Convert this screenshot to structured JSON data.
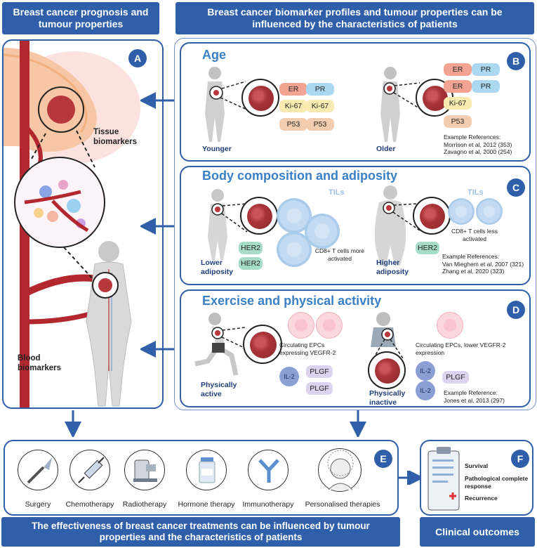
{
  "headers": {
    "left": "Breast cancer prognosis and tumour properties",
    "right": "Breast cancer biomarker profiles and tumour properties can be influenced by the characteristics of patients",
    "bottom_left": "The effectiveness of breast cancer treatments can be influenced by tumour properties and the characteristics of patients",
    "bottom_right": "Clinical outcomes"
  },
  "panel_a": {
    "badge": "A",
    "tissue_label": "Tissue biomarkers",
    "blood_label": "Blood biomarkers"
  },
  "panel_b": {
    "badge": "B",
    "title": "Age",
    "younger": {
      "label": "Younger",
      "markers": [
        "ER",
        "PR",
        "Ki-67",
        "Ki-67",
        "P53",
        "P53"
      ]
    },
    "older": {
      "label": "Older",
      "markers": [
        "ER",
        "PR",
        "ER",
        "PR",
        "Ki-67",
        "P53"
      ]
    },
    "references": [
      "Example References:",
      "Morrison et al, 2012 (353)",
      "Zavagno et al, 2000 (254)"
    ]
  },
  "panel_c": {
    "badge": "C",
    "title": "Body composition and adiposity",
    "lower": {
      "label": "Lower adiposity",
      "tils": "TILs",
      "cells_text": "CD8+ T cells more activated",
      "markers": [
        "HER2",
        "HER2"
      ]
    },
    "higher": {
      "label": "Higher adiposity",
      "tils": "TILs",
      "cells_text": "CD8+ T cells less activated",
      "markers": [
        "HER2"
      ]
    },
    "references": [
      "Example References:",
      "Van Mieghem et al, 2007 (321)",
      "Zhang et al, 2020 (323)"
    ]
  },
  "panel_d": {
    "badge": "D",
    "title": "Exercise and physical activity",
    "active": {
      "label": "Physically active",
      "epc_text": "Circulating EPCs expressing VEGFR-2",
      "markers": [
        "IL-2",
        "PLGF",
        "PLGF"
      ]
    },
    "inactive": {
      "label": "Physically inactive",
      "epc_text": "Circulating EPCs, lower VEGFR-2 expression",
      "markers": [
        "IL-2",
        "IL-2",
        "PLGF"
      ]
    },
    "references": [
      "Example Reference:",
      "Jones et al, 2013 (297)"
    ]
  },
  "panel_e": {
    "badge": "E",
    "treatments": [
      "Surgery",
      "Chemotherapy",
      "Radiotherapy",
      "Hormone therapy",
      "Immunotherapy",
      "Personalised therapies"
    ]
  },
  "panel_f": {
    "badge": "F",
    "outcomes": [
      "Survival",
      "Pathological complete response",
      "Recurrence"
    ]
  },
  "colors": {
    "banner": "#2f5fa8",
    "title": "#3a80c4",
    "er": "#f2a392",
    "pr": "#a9d8f0",
    "ki67": "#f8eab0",
    "p53": "#f3cdb0",
    "her2": "#a7dcc8",
    "plgf": "#dcd4ee",
    "il2": "#8a9fd4"
  }
}
